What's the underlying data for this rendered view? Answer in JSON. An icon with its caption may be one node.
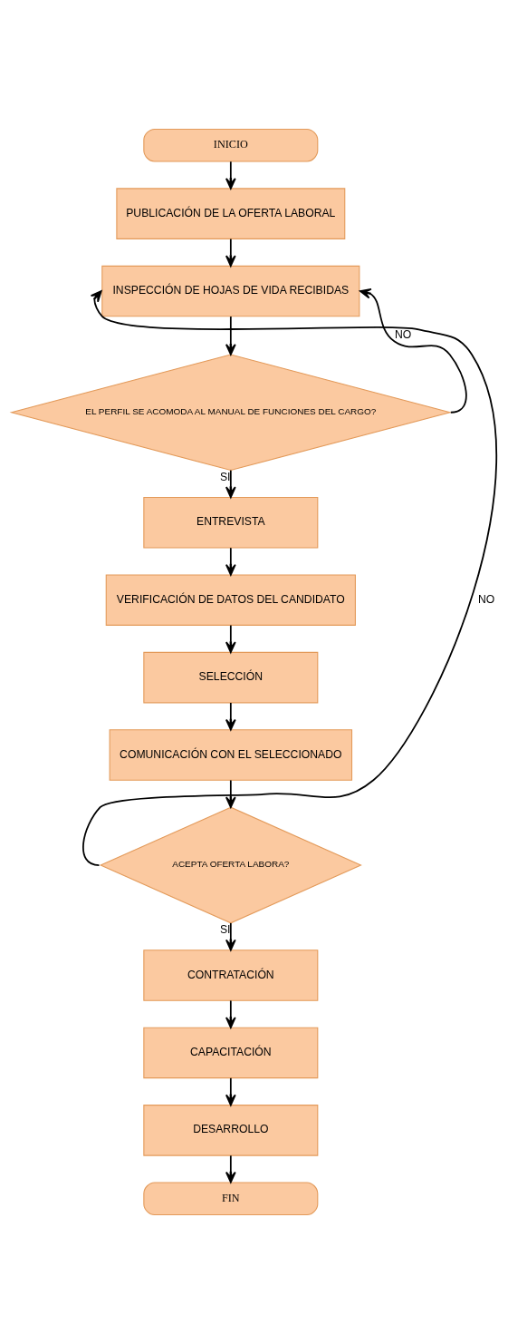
{
  "diagram": {
    "nodes": [
      {
        "text": [
          "INICIO"
        ]
      },
      {
        "text": [
          "PUBLICACIÓN DE LA OFERTA LABORAL"
        ]
      },
      {
        "text": [
          "INSPECCIÓN DE HOJAS DE VIDA RECIBIDAS"
        ]
      },
      {
        "text": [
          "EL PERFIL SE ACOMODA AL MANUAL DE FUNCIONES DEL CARGO?"
        ]
      },
      {
        "text": [
          "ENTREVISTA"
        ]
      },
      {
        "text": [
          "VERIFICACIÓN DE DATOS DEL CANDIDATO"
        ]
      },
      {
        "text": [
          "SELECCIÓN"
        ]
      },
      {
        "text": [
          "COMUNICACIÓN CON EL SELECCIONADO"
        ]
      },
      {
        "text": [
          "ACEPTA OFERTA LABORA?"
        ]
      },
      {
        "text": [
          "CONTRATACIÓN"
        ]
      },
      {
        "text": [
          "CAPACITACIÓN"
        ]
      },
      {
        "text": [
          "DESARROLLO"
        ]
      },
      {
        "text": [
          "FIN"
        ]
      }
    ],
    "edges": [
      {
        "from": 0,
        "to": 1,
        "arrow": "to"
      },
      {
        "from": 1,
        "to": 2,
        "arrow": "to"
      },
      {
        "from": 2,
        "to": 3,
        "arrow": "to"
      },
      {
        "from": 3,
        "to": 4,
        "arrow": "to",
        "label": "SI"
      },
      {
        "from": 3,
        "to": 2,
        "arrow": "to",
        "label": "NO"
      },
      {
        "from": 4,
        "to": 5,
        "arrow": "to"
      },
      {
        "from": 5,
        "to": 6,
        "arrow": "to"
      },
      {
        "from": 6,
        "to": 7,
        "arrow": "to"
      },
      {
        "from": 7,
        "to": 8,
        "arrow": "to"
      },
      {
        "from": 8,
        "to": 2,
        "arrow": "to",
        "label": "NO"
      },
      {
        "from": 8,
        "to": 9,
        "arrow": "to",
        "label": "SI"
      },
      {
        "from": 9,
        "to": 10,
        "arrow": "to"
      },
      {
        "from": 10,
        "to": 11,
        "arrow": "to"
      },
      {
        "from": 11,
        "to": 12,
        "arrow": "to"
      }
    ]
  }
}
